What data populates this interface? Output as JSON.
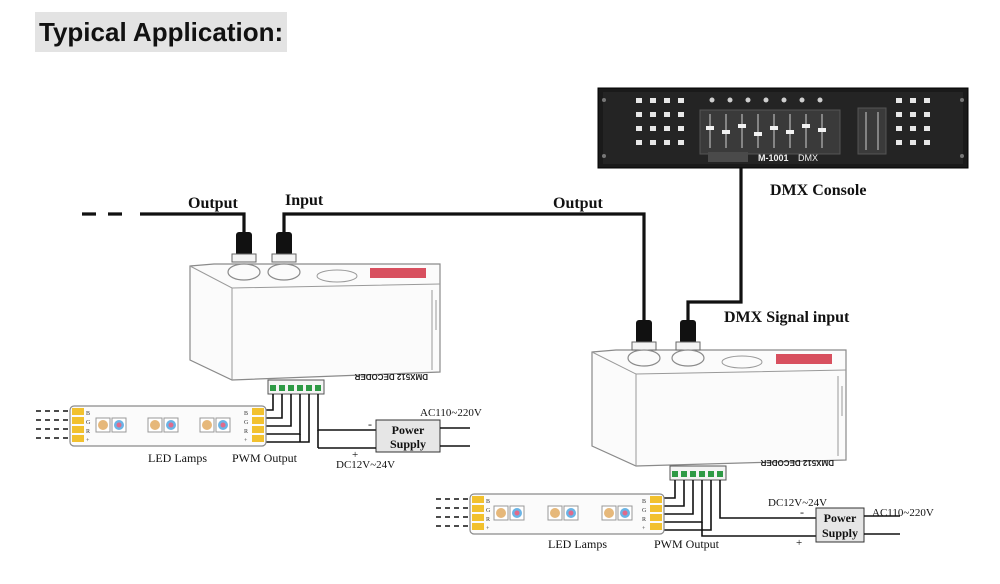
{
  "heading": "Typical Application:",
  "labels": {
    "output_left": "Output",
    "input_left": "Input",
    "output_right": "Output",
    "dmx_console": "DMX Console",
    "dmx_signal_input": "DMX Signal input",
    "console_model": "M-1001",
    "console_dmx": "DMX",
    "decoder_name": "DMX512 DECODER"
  },
  "left_unit": {
    "ac_label": "AC110~220V",
    "power_supply_line1": "Power",
    "power_supply_line2": "Supply",
    "dc_label": "DC12V~24V",
    "minus": "-",
    "plus": "+",
    "led_lamps": "LED Lamps",
    "pwm_output": "PWM Output"
  },
  "right_unit": {
    "ac_label": "AC110~220V",
    "power_supply_line1": "Power",
    "power_supply_line2": "Supply",
    "dc_label": "DC12V~24V",
    "minus": "-",
    "plus": "+",
    "led_lamps": "LED Lamps",
    "pwm_output": "PWM Output"
  },
  "strip_pins": [
    "B",
    "G",
    "R",
    "+"
  ]
}
